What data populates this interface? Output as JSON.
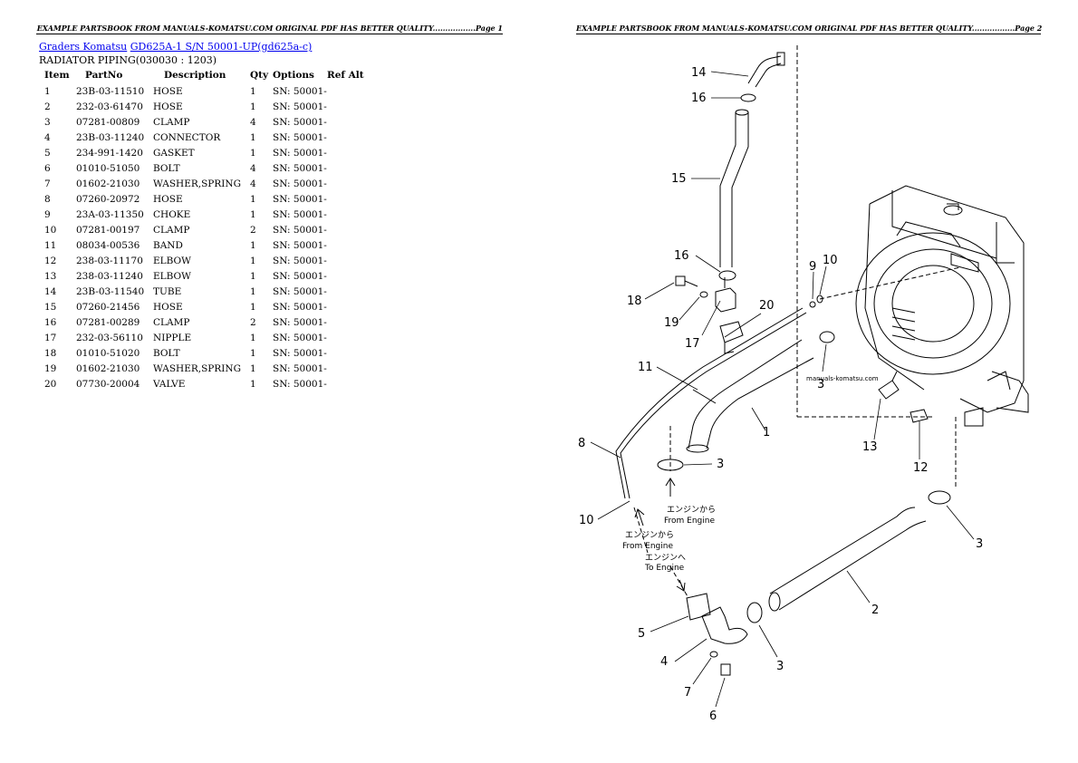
{
  "page1_header": "EXAMPLE PARTSBOOK FROM MANUALS-KOMATSU.COM ORIGINAL PDF HAS BETTER QUALITY.................Page 1",
  "page2_header": "EXAMPLE PARTSBOOK FROM MANUALS-KOMATSU.COM ORIGINAL PDF HAS BETTER QUALITY.................Page 2",
  "breadcrumb": {
    "link1": "Graders Komatsu",
    "link2": "GD625A-1 S/N 50001-UP(gd625a-c)"
  },
  "section_title": "RADIATOR PIPING(030030 : 1203)",
  "table": {
    "headers": [
      "Item",
      "PartNo",
      "Description",
      "Qty",
      "Options",
      "Ref Alt"
    ],
    "rows": [
      [
        "1",
        "23B-03-11510",
        "HOSE",
        "1",
        "SN: 50001-"
      ],
      [
        "2",
        "232-03-61470",
        "HOSE",
        "1",
        "SN: 50001-"
      ],
      [
        "3",
        "07281-00809",
        "CLAMP",
        "4",
        "SN: 50001-"
      ],
      [
        "4",
        "23B-03-11240",
        "CONNECTOR",
        "1",
        "SN: 50001-"
      ],
      [
        "5",
        "234-991-1420",
        "GASKET",
        "1",
        "SN: 50001-"
      ],
      [
        "6",
        "01010-51050",
        "BOLT",
        "4",
        "SN: 50001-"
      ],
      [
        "7",
        "01602-21030",
        "WASHER,SPRING",
        "4",
        "SN: 50001-"
      ],
      [
        "8",
        "07260-20972",
        "HOSE",
        "1",
        "SN: 50001-"
      ],
      [
        "9",
        "23A-03-11350",
        "CHOKE",
        "1",
        "SN: 50001-"
      ],
      [
        "10",
        "07281-00197",
        "CLAMP",
        "2",
        "SN: 50001-"
      ],
      [
        "11",
        "08034-00536",
        "BAND",
        "1",
        "SN: 50001-"
      ],
      [
        "12",
        "238-03-11170",
        "ELBOW",
        "1",
        "SN: 50001-"
      ],
      [
        "13",
        "238-03-11240",
        "ELBOW",
        "1",
        "SN: 50001-"
      ],
      [
        "14",
        "23B-03-11540",
        "TUBE",
        "1",
        "SN: 50001-"
      ],
      [
        "15",
        "07260-21456",
        "HOSE",
        "1",
        "SN: 50001-"
      ],
      [
        "16",
        "07281-00289",
        "CLAMP",
        "2",
        "SN: 50001-"
      ],
      [
        "17",
        "232-03-56110",
        "NIPPLE",
        "1",
        "SN: 50001-"
      ],
      [
        "18",
        "01010-51020",
        "BOLT",
        "1",
        "SN: 50001-"
      ],
      [
        "19",
        "01602-21030",
        "WASHER,SPRING",
        "1",
        "SN: 50001-"
      ],
      [
        "20",
        "07730-20004",
        "VALVE",
        "1",
        "SN: 50001-"
      ]
    ]
  },
  "diagram": {
    "callouts": [
      "14",
      "16",
      "15",
      "16",
      "18",
      "19",
      "17",
      "20",
      "9",
      "10",
      "11",
      "3",
      "1",
      "8",
      "3",
      "10",
      "13",
      "12",
      "3",
      "2",
      "5",
      "4",
      "3",
      "7",
      "6"
    ],
    "from_engine_jp": "エンジンから",
    "from_engine": "From Engine",
    "to_engine_jp": "エンジンへ",
    "to_engine": "To Engine",
    "watermark": "manuals-komatsu.com"
  }
}
